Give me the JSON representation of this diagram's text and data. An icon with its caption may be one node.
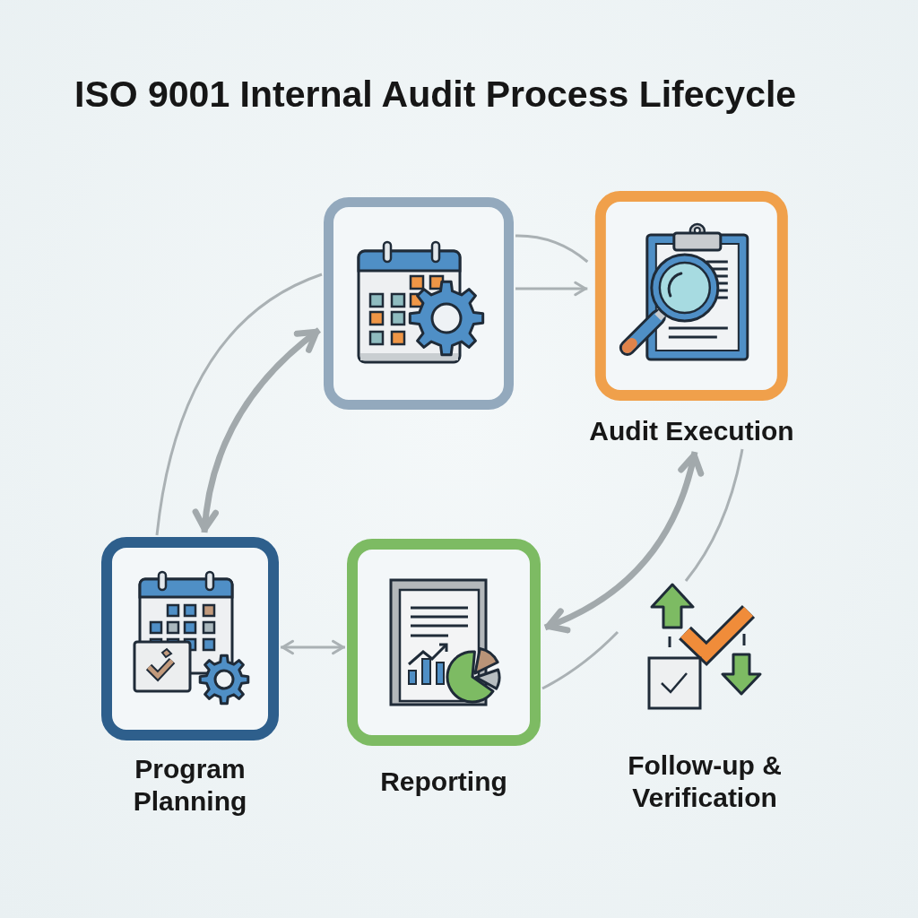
{
  "diagram": {
    "title": "ISO 9001 Internal Audit Process Lifecycle",
    "nodes": [
      {
        "text": [],
        "shape": "box"
      },
      {
        "text": [
          "Audit Execution"
        ]
      },
      {
        "text": [
          "Program Planning"
        ]
      },
      {
        "text": [
          "Reporting"
        ]
      },
      {
        "text": [
          "Follow-up & Verification"
        ]
      }
    ],
    "edges": [
      {
        "from": 0,
        "to": 1,
        "arrow": "none"
      },
      {
        "from": 0,
        "to": 1,
        "arrow": "to"
      },
      {
        "from": 0,
        "to": 2,
        "arrow": "none"
      },
      {
        "from": 2,
        "to": 0,
        "arrow": "both",
        "style": "thick"
      },
      {
        "from": 2,
        "to": 3,
        "arrow": "both"
      },
      {
        "from": 3,
        "to": 1,
        "arrow": "both",
        "style": "thick"
      },
      {
        "from": 1,
        "to": 4,
        "arrow": "none"
      },
      {
        "from": 4,
        "to": 3,
        "arrow": "none"
      }
    ]
  }
}
